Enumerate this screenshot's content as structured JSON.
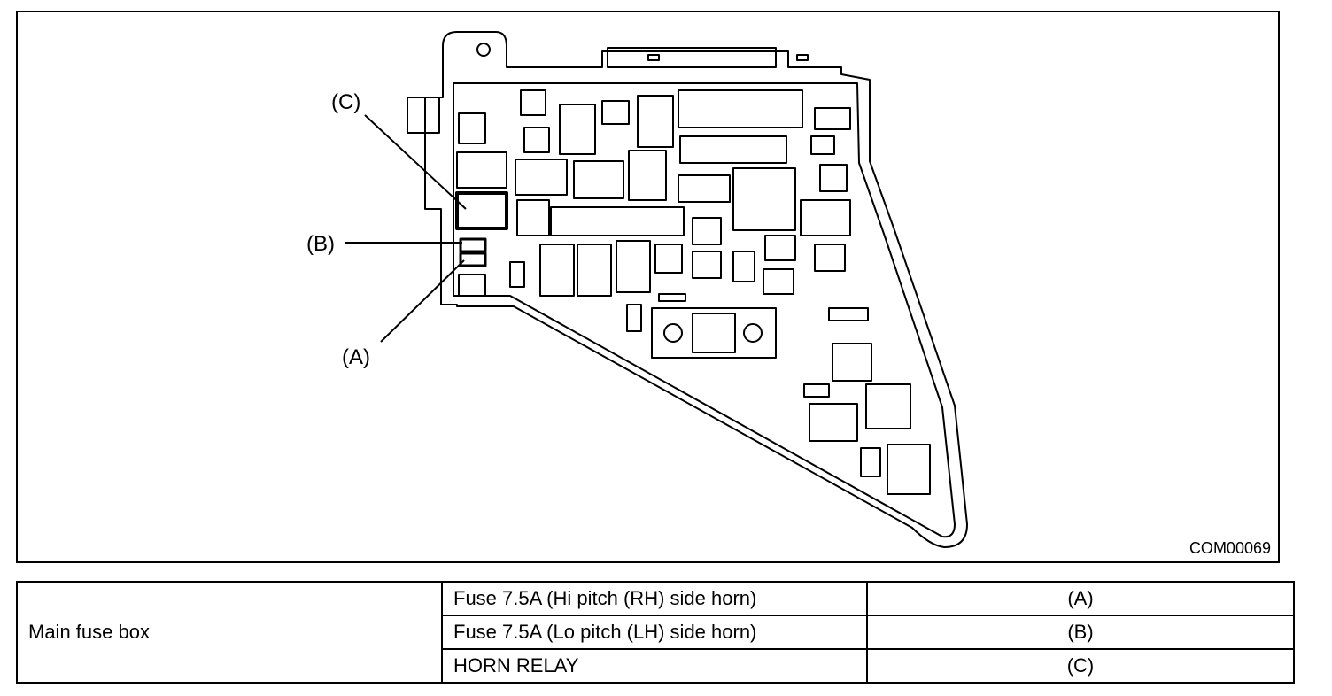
{
  "figure": {
    "callouts": {
      "c": "(C)",
      "b": "(B)",
      "a": "(A)"
    },
    "code": "COM00069"
  },
  "table": {
    "location": "Main fuse box",
    "rows": [
      {
        "item": "Fuse 7.5A (Hi pitch (RH) side horn)",
        "ref": "(A)"
      },
      {
        "item": "Fuse 7.5A (Lo pitch (LH) side horn)",
        "ref": "(B)"
      },
      {
        "item": "HORN RELAY",
        "ref": "(C)"
      }
    ]
  }
}
